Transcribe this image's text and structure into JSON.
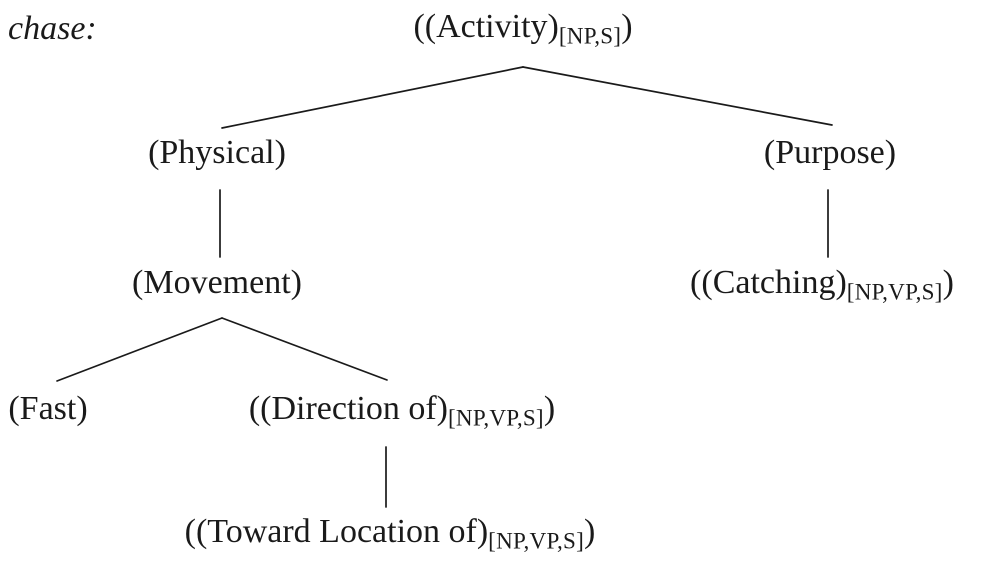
{
  "figure": {
    "word_label": "chase:",
    "nodes": {
      "activity": {
        "main": "((Activity)",
        "subscript": "[NP,S]",
        "suffix": ")"
      },
      "physical": {
        "main": "(Physical)"
      },
      "purpose": {
        "main": "(Purpose)"
      },
      "movement": {
        "main": "(Movement)"
      },
      "catching": {
        "main": "((Catching)",
        "subscript": "[NP,VP,S]",
        "suffix": ")"
      },
      "fast": {
        "main": "(Fast)"
      },
      "direction_of": {
        "main": "((Direction of)",
        "subscript": "[NP,VP,S]",
        "suffix": ")"
      },
      "toward_location_of": {
        "main": "((Toward Location of)",
        "subscript": "[NP,VP,S]",
        "suffix": ")"
      }
    },
    "edges": [
      {
        "from": "activity",
        "to": "physical"
      },
      {
        "from": "activity",
        "to": "purpose"
      },
      {
        "from": "physical",
        "to": "movement"
      },
      {
        "from": "purpose",
        "to": "catching"
      },
      {
        "from": "movement",
        "to": "fast"
      },
      {
        "from": "movement",
        "to": "direction_of"
      },
      {
        "from": "direction_of",
        "to": "toward_location_of"
      }
    ],
    "colors": {
      "line": "#1a1a1a",
      "text": "#1a1a1a",
      "background": "#ffffff"
    }
  }
}
